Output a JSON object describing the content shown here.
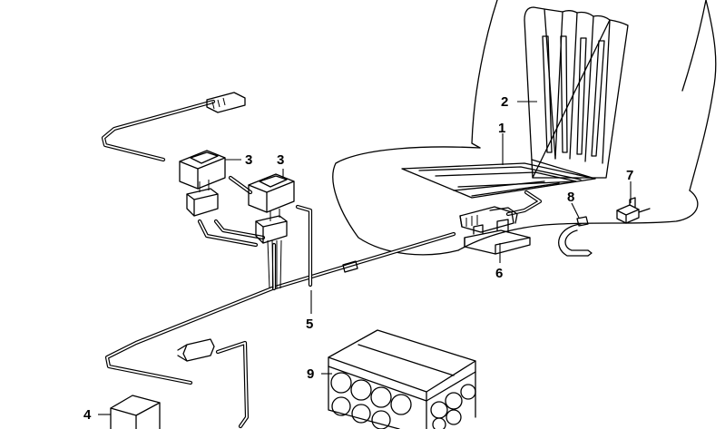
{
  "callouts": {
    "c1": "1",
    "c2": "2",
    "c3a": "3",
    "c3b": "3",
    "c4": "4",
    "c5": "5",
    "c6": "6",
    "c7": "7",
    "c8": "8",
    "c9": "9"
  },
  "colors": {
    "line": "#000000",
    "background": "#ffffff"
  }
}
